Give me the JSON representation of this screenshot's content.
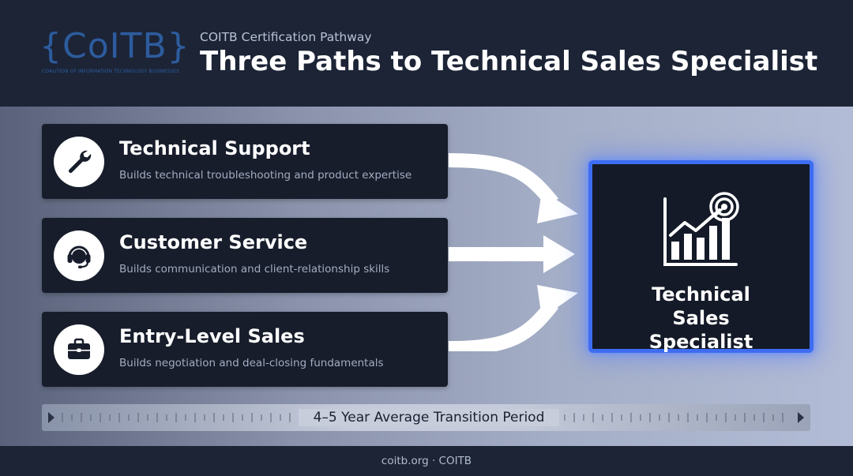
{
  "header": {
    "logo_text": "{CoITB}",
    "logo_subtitle": "COALITION OF INFORMATION TECHNOLOGY BUSINESSES",
    "kicker": "COITB Certification Pathway",
    "title": "Three Paths to Technical Sales Specialist"
  },
  "paths": [
    {
      "title": "Technical Support",
      "description": "Builds technical troubleshooting and product expertise",
      "icon": "wrench-icon"
    },
    {
      "title": "Customer Service",
      "description": "Builds communication and client-relationship skills",
      "icon": "headset-icon"
    },
    {
      "title": "Entry-Level Sales",
      "description": "Builds negotiation and deal-closing fundamentals",
      "icon": "briefcase-icon"
    }
  ],
  "target": {
    "title": "Technical Sales Specialist",
    "icon": "growth-chart-target-icon",
    "accent": "#3e6df2"
  },
  "timeline": {
    "label": "4–5 Year Average Transition Period"
  },
  "footer": {
    "text": "coitb.org · COITB"
  },
  "colors": {
    "header_bg": "#1c2436",
    "card_bg": "#171d2b",
    "logo": "#2d5c9e",
    "glow": "#3e6df2"
  }
}
